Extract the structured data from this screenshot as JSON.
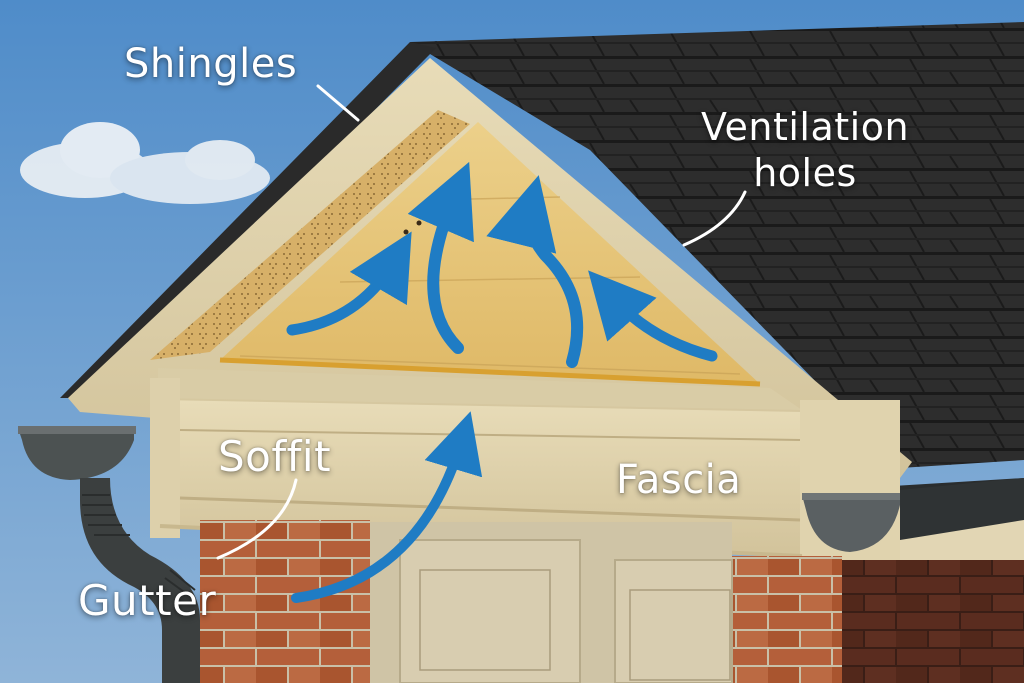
{
  "diagram": {
    "title": "Roof ventilation diagram",
    "labels": {
      "shingles": "Shingles",
      "ventilation_line1": "Ventilation",
      "ventilation_line2": "holes",
      "soffit": "Soffit",
      "fascia": "Fascia",
      "gutter": "Gutter"
    },
    "components": [
      "shingles",
      "ventilation-holes",
      "soffit",
      "fascia",
      "gutter",
      "downspout",
      "gable",
      "brick-wall",
      "garage-door"
    ],
    "airflow_arrows": 5,
    "colors": {
      "sky": "#5b92c8",
      "shingles": "#2b2b2b",
      "trim": "#ddd0ab",
      "gable_siding": "#e6c479",
      "arrow": "#1f7cc4",
      "brick": "#b2603a",
      "gutter": "#4a4f4f",
      "label_text": "#ffffff"
    }
  }
}
